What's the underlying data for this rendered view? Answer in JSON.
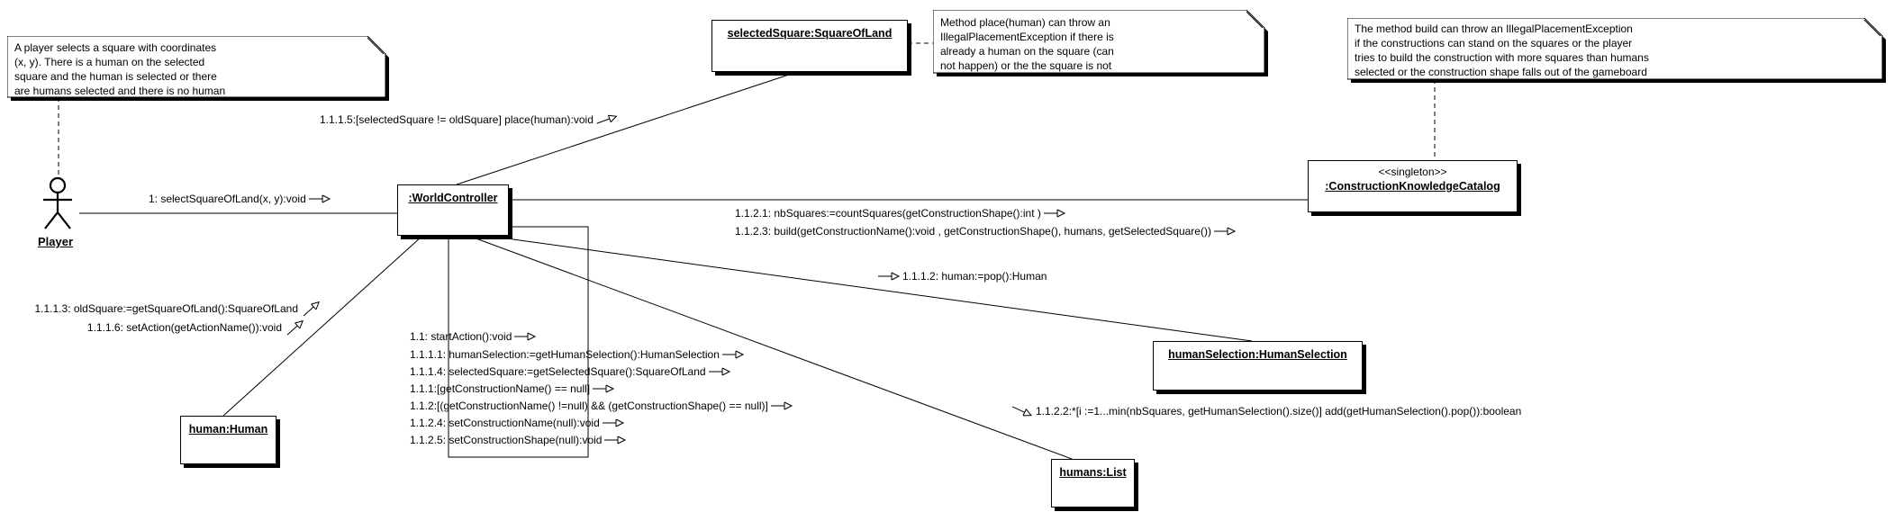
{
  "colors": {
    "ink": "#000000",
    "paper": "#ffffff"
  },
  "actor": {
    "label": "Player"
  },
  "objects": {
    "selectedSquare": {
      "label": "selectedSquare:SquareOfLand"
    },
    "catalog": {
      "stereotype": "<<singleton>>",
      "label": ":ConstructionKnowledgeCatalog"
    },
    "worldController": {
      "label": ":WorldController"
    },
    "human": {
      "label": "human:Human"
    },
    "humanSelection": {
      "label": "humanSelection:HumanSelection"
    },
    "humans": {
      "label": "humans:List"
    }
  },
  "notes": {
    "player": {
      "lines": [
        "A player selects a square with coordinates",
        "(x, y). There is a human on the selected",
        "square and the human is selected or there",
        "are humans selected and there is no human"
      ]
    },
    "place": {
      "lines": [
        "Method place(human) can throw an",
        "IllegalPlacementException if there is",
        "already a human on the square (can",
        "not happen) or the the square is not"
      ]
    },
    "build": {
      "lines": [
        "The method build can throw an IllegalPlacementException",
        "if the constructions can stand on the squares or the player",
        "tries to build the construction with more squares than humans",
        "selected or the construction shape falls out of the gameboard"
      ]
    }
  },
  "messages": {
    "m1": "1: selectSquareOfLand(x, y):void",
    "m1115": "1.1.1.5:[selectedSquare != oldSquare] place(human):void",
    "m1121": "1.1.2.1: nbSquares:=countSquares(getConstructionShape():int )",
    "m1123": "1.1.2.3: build(getConstructionName():void , getConstructionShape(), humans, getSelectedSquare())",
    "m1112": "1.1.1.2: human:=pop():Human",
    "m1113": "1.1.1.3: oldSquare:=getSquareOfLand():SquareOfLand",
    "m1116": "1.1.1.6: setAction(getActionName()):void",
    "m11": "1.1: startAction():void",
    "m1111": "1.1.1.1: humanSelection:=getHumanSelection():HumanSelection",
    "m1114": "1.1.1.4: selectedSquare:=getSelectedSquare():SquareOfLand",
    "m111": "1.1.1:[getConstructionName() == null]",
    "m112": "1.1.2:[(getConstructionName() !=null) && (getConstructionShape() == null)]",
    "m1124": "1.1.2.4: setConstructionName(null):void",
    "m1125": "1.1.2.5: setConstructionShape(null):void",
    "m1122": "1.1.2.2:*[i :=1...min(nbSquares, getHumanSelection().size()] add(getHumanSelection().pop()):boolean"
  }
}
